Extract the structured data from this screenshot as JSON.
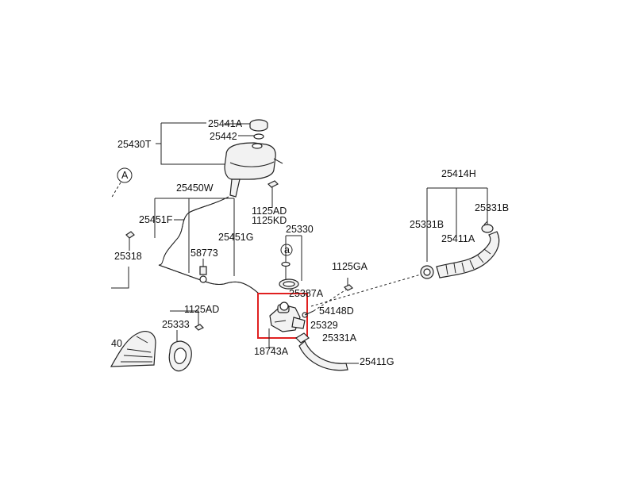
{
  "labels": {
    "p25441A": "25441A",
    "p25442": "25442",
    "p25430T": "25430T",
    "pA": "A",
    "p25450W": "25450W",
    "p1125AD_top": "1125AD",
    "p1125KD": "1125KD",
    "p25451F": "25451F",
    "p25451G": "25451G",
    "p25330": "25330",
    "pa": "a",
    "p25318": "25318",
    "p58773": "58773",
    "p1125GA": "1125GA",
    "p25387A": "25387A",
    "p54148D": "54148D",
    "p1125AD_left": "1125AD",
    "p25333": "25333",
    "p25329": "25329",
    "p25331A": "25331A",
    "p18743A": "18743A",
    "p25411G": "25411G",
    "p25414H": "25414H",
    "p25331B_l": "25331B",
    "p25331B_r": "25331B",
    "p25411A": "25411A",
    "p40": "40"
  },
  "colors": {
    "highlight": "#e02020",
    "line": "#222222"
  }
}
